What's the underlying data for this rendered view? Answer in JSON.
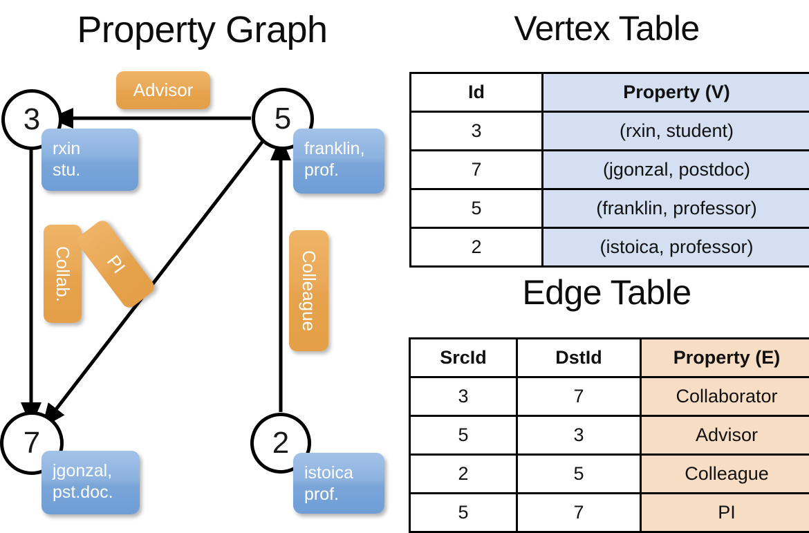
{
  "titles": {
    "property_graph": "Property Graph",
    "vertex_table": "Vertex Table",
    "edge_table": "Edge Table"
  },
  "graph": {
    "nodes": [
      {
        "id": "3",
        "property_line1": "rxin",
        "property_line2": "stu."
      },
      {
        "id": "5",
        "property_line1": "franklin,",
        "property_line2": "prof."
      },
      {
        "id": "7",
        "property_line1": "jgonzal,",
        "property_line2": "pst.doc."
      },
      {
        "id": "2",
        "property_line1": "istoica",
        "property_line2": "prof."
      }
    ],
    "edge_labels": {
      "advisor": "Advisor",
      "collab": "Collab.",
      "pi": "PI",
      "colleague": "Colleague"
    },
    "edges": [
      {
        "from": "5",
        "to": "3",
        "label": "Advisor"
      },
      {
        "from": "3",
        "to": "7",
        "label": "Collab."
      },
      {
        "from": "5",
        "to": "7",
        "label": "PI"
      },
      {
        "from": "2",
        "to": "5",
        "label": "Colleague"
      }
    ]
  },
  "vertex_table": {
    "headers": [
      "Id",
      "Property (V)"
    ],
    "rows": [
      {
        "id": "3",
        "property": "(rxin, student)"
      },
      {
        "id": "7",
        "property": "(jgonzal, postdoc)"
      },
      {
        "id": "5",
        "property": "(franklin, professor)"
      },
      {
        "id": "2",
        "property": "(istoica, professor)"
      }
    ]
  },
  "edge_table": {
    "headers": [
      "SrcId",
      "DstId",
      "Property (E)"
    ],
    "rows": [
      {
        "src": "3",
        "dst": "7",
        "property": "Collaborator"
      },
      {
        "src": "5",
        "dst": "3",
        "property": "Advisor"
      },
      {
        "src": "2",
        "dst": "5",
        "property": "Colleague"
      },
      {
        "src": "5",
        "dst": "7",
        "property": "PI"
      }
    ]
  },
  "colors": {
    "vertex_property_fill": "#d4e0f2",
    "edge_property_fill": "#f7ddc3",
    "node_box_blue": "#8cb2e0",
    "edge_label_orange": "#e9a958",
    "stroke": "#000000",
    "background": "#ffffff"
  }
}
